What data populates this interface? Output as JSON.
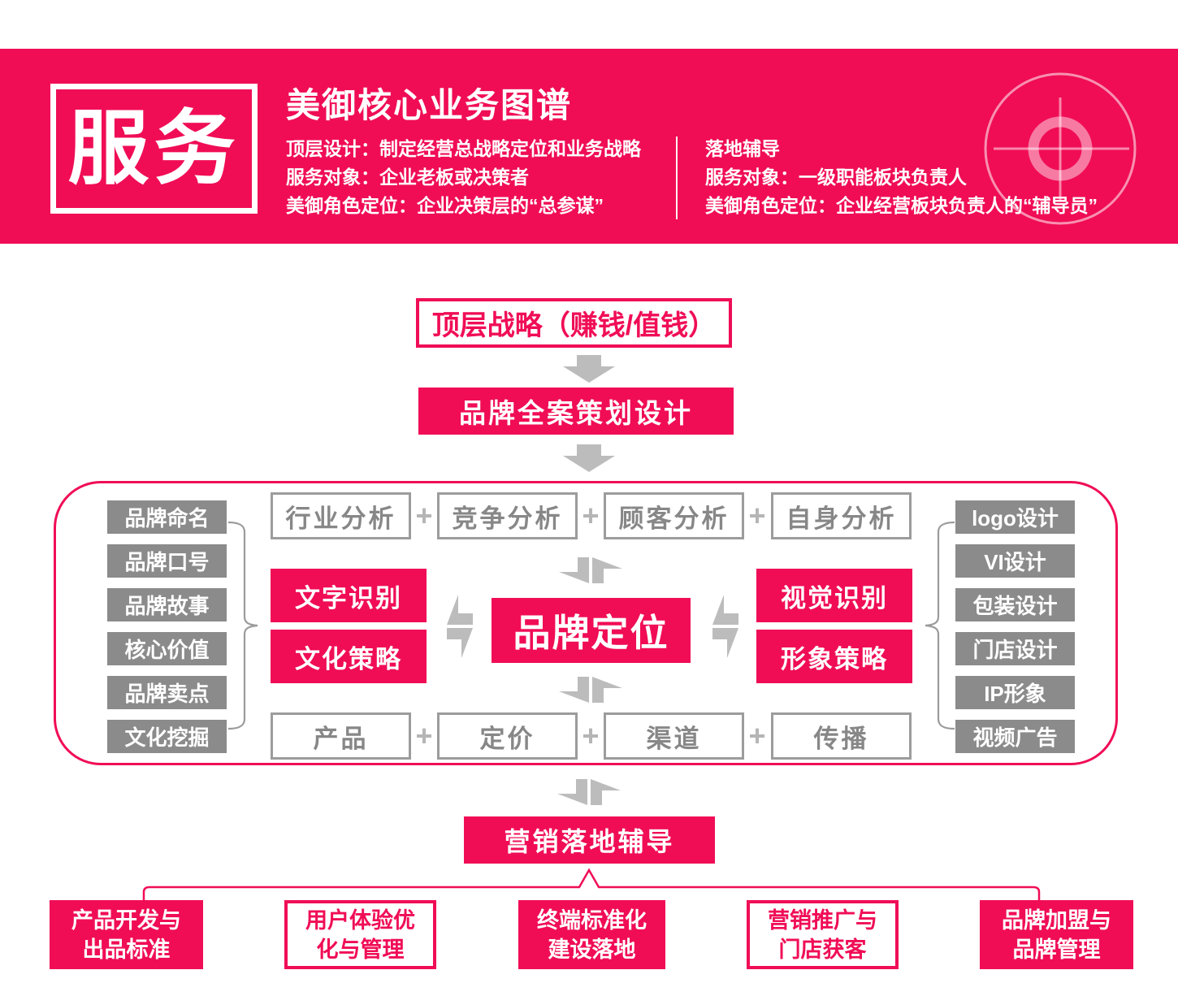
{
  "colors": {
    "pink": "#F00D56",
    "gray_fill": "#8B8B8B",
    "gray_border": "#9C9C9C",
    "gray_text": "#878787",
    "arrow_gray": "#BCBCBC",
    "brace_gray": "#9B9B9B"
  },
  "banner": {
    "badge": "服务",
    "title": "美御核心业务图谱",
    "left_info": [
      "顶层设计：制定经营总战略定位和业务战略",
      "服务对象：企业老板或决策者",
      "美御角色定位：企业决策层的“总参谋”"
    ],
    "right_info": [
      "落地辅导",
      "服务对象：一级职能板块负责人",
      "美御角色定位：企业经营板块负责人的“辅导员”"
    ]
  },
  "flow": {
    "top_strategy": "顶层战略（赚钱/值钱）",
    "brand_plan": "品牌全案策划设计",
    "marketing_coaching": "营销落地辅导"
  },
  "matrix": {
    "plus": "+",
    "analysis_row": [
      "行业分析",
      "竞争分析",
      "顾客分析",
      "自身分析"
    ],
    "marketing_row": [
      "产品",
      "定价",
      "渠道",
      "传播"
    ],
    "left_items": [
      "品牌命名",
      "品牌口号",
      "品牌故事",
      "核心价值",
      "品牌卖点",
      "文化挖掘"
    ],
    "right_items": [
      "logo设计",
      "VI设计",
      "包装设计",
      "门店设计",
      "IP形象",
      "视频广告"
    ],
    "left_pink": [
      "文字识别",
      "文化策略"
    ],
    "right_pink": [
      "视觉识别",
      "形象策略"
    ],
    "center": "品牌定位"
  },
  "bottom_row": [
    {
      "line1": "产品开发与",
      "line2": "出品标准"
    },
    {
      "line1": "用户体验优",
      "line2": "化与管理"
    },
    {
      "line1": "终端标准化",
      "line2": "建设落地"
    },
    {
      "line1": "营销推广与",
      "line2": "门店获客"
    },
    {
      "line1": "品牌加盟与",
      "line2": "品牌管理"
    }
  ]
}
